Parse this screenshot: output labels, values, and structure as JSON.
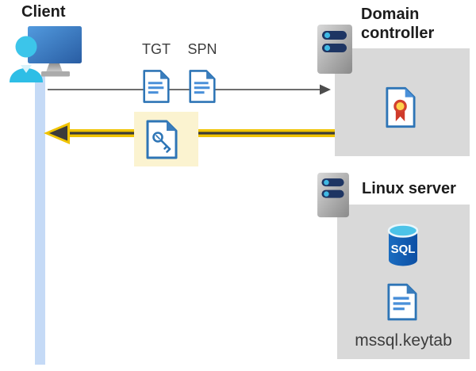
{
  "client": {
    "label": "Client"
  },
  "flow": {
    "tgt_label": "TGT",
    "spn_label": "SPN"
  },
  "domain_controller": {
    "title": "Domain controller"
  },
  "linux_server": {
    "title": "Linux server",
    "sql_icon_text": "SQL",
    "keytab_label": "mssql.keytab"
  },
  "colors": {
    "accent_yellow": "#f0c300",
    "highlight_yellow": "#fbf3d0",
    "panel_gray": "#d9d9d9",
    "document_blue": "#2e75b6",
    "arrow_gray": "#595959",
    "client_cyan": "#35c3e8",
    "sql_blue": "#1261b4",
    "certificate_red": "#cf3a2a",
    "lifeline_blue": "#c5daf6"
  },
  "icons": {
    "client": "workstation-user-icon",
    "server": "server-tower-icon",
    "ticket": "document-icon",
    "session_key": "document-key-icon",
    "certificate": "certificate-icon",
    "database": "sql-database-icon"
  }
}
